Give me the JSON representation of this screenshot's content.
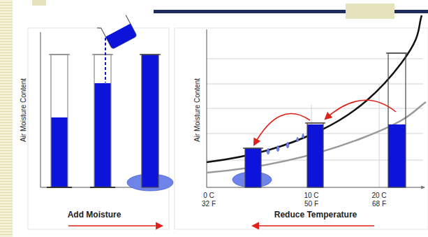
{
  "diagram": {
    "labels": [
      "Air Moisture Content",
      "Add Moisture",
      "Air Moisture Content",
      "0 C",
      "32 F",
      "10 C",
      "50 F",
      "20 C",
      "68 F",
      "Reduce Temperature"
    ]
  }
}
